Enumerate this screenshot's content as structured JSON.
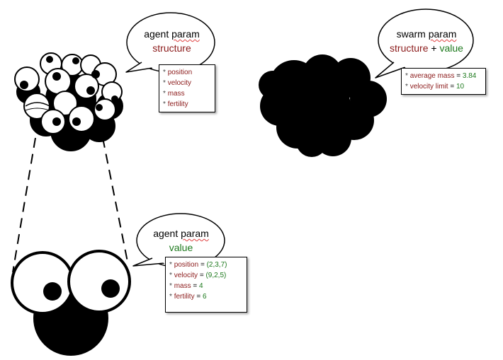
{
  "agent_structure": {
    "title_word1": "agent",
    "title_word2": "param",
    "sub": "structure",
    "items": [
      "position",
      "velocity",
      "mass",
      "fertility"
    ]
  },
  "swarm": {
    "title_word1": "swarm",
    "title_word2": "param",
    "sub_structure": "structure",
    "sub_plus": "+",
    "sub_value": "value",
    "items": [
      {
        "key": "average mass",
        "eq": "=",
        "val": "3.84"
      },
      {
        "key": "velocity limit",
        "eq": "=",
        "val": "10"
      }
    ]
  },
  "agent_value": {
    "title_word1": "agent",
    "title_word2": "param",
    "sub": "value",
    "items": [
      {
        "key": "position",
        "eq": "=",
        "val": "(2,3,7)"
      },
      {
        "key": "velocity",
        "eq": "=",
        "val": "(9,2,5)"
      },
      {
        "key": "mass",
        "eq": "=",
        "val": "4"
      },
      {
        "key": "fertility",
        "eq": "=",
        "val": "6"
      }
    ]
  },
  "bullet": "*",
  "colors": {
    "structure": "#8b1a1a",
    "value": "#1e7a1e",
    "squiggle": "#e04040"
  }
}
